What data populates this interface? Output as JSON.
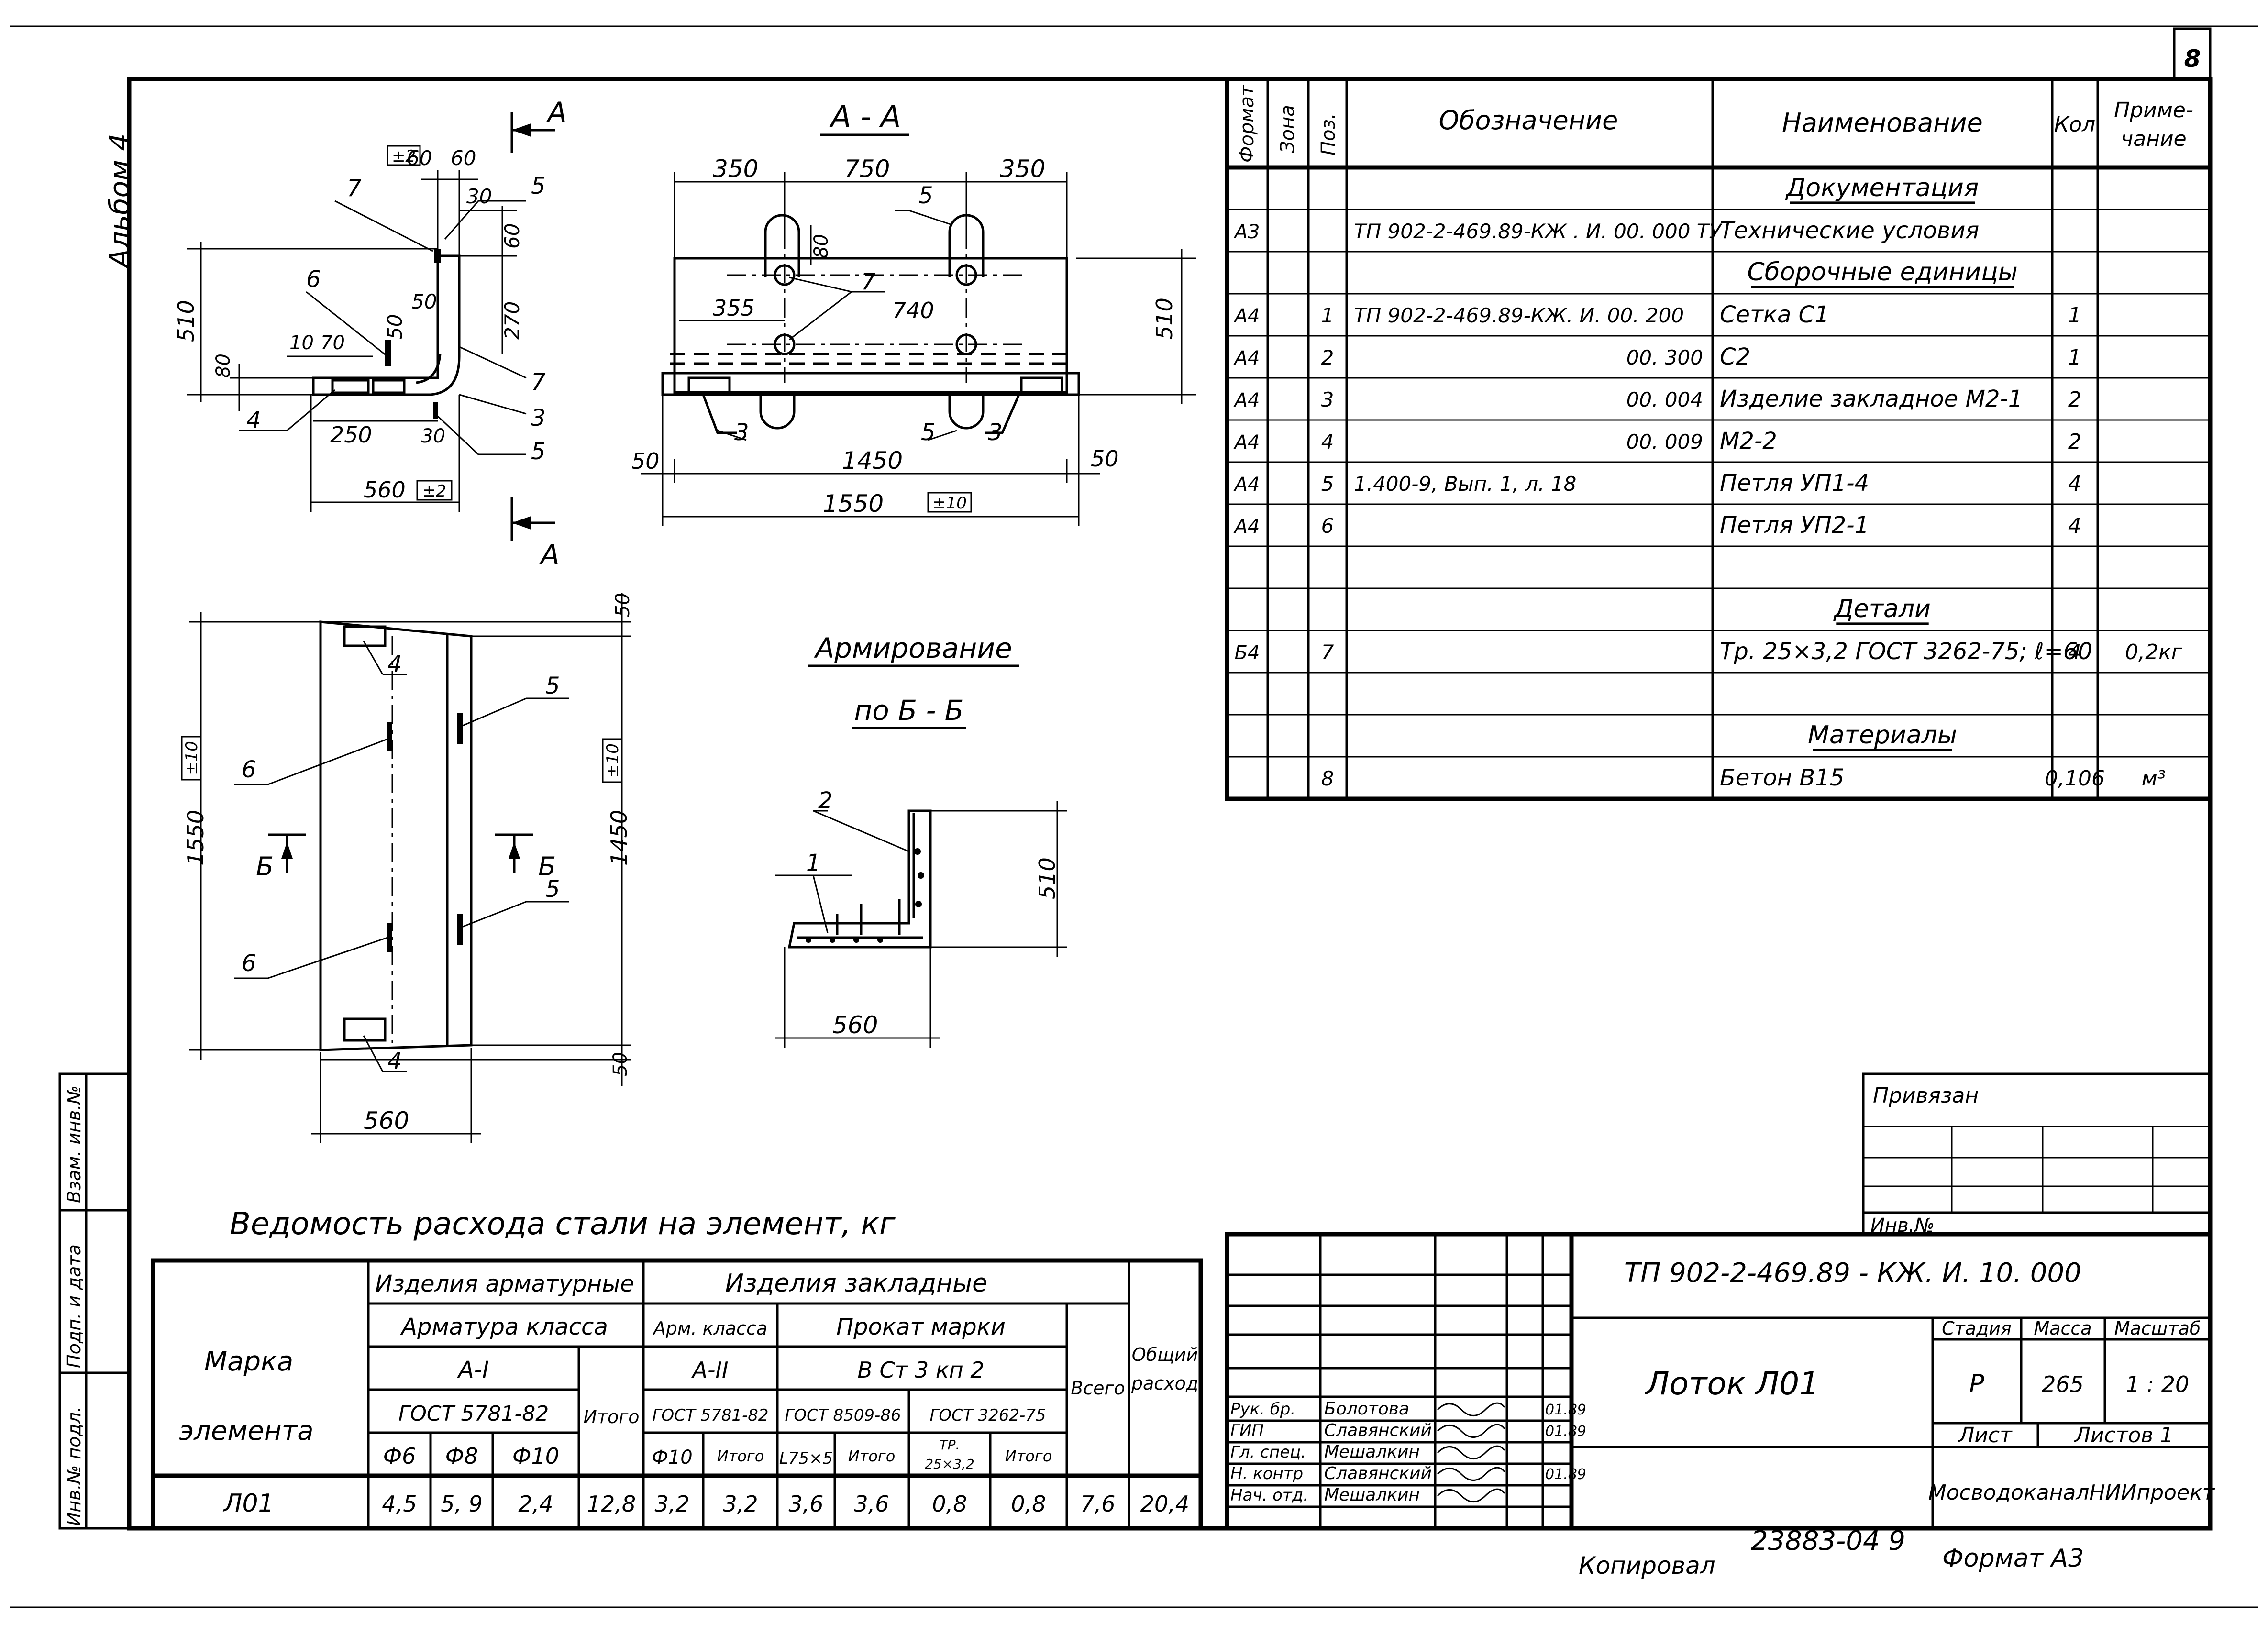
{
  "sheet_number": "8",
  "album_label": "Альбом 4",
  "views": {
    "section_aa_title": "А - А",
    "armirovanie_title": "Армирование",
    "po_bb_title": "по Б - Б",
    "cut_letter_a": "А",
    "cut_letter_b": "Б"
  },
  "dims": {
    "d60": "60",
    "d30": "30",
    "d50": "50",
    "d270": "270",
    "d510": "510",
    "d80": "80",
    "d10": "10",
    "d70": "70",
    "d250": "250",
    "d560": "560",
    "tol2": "±2",
    "tol10": "±10",
    "d350": "350",
    "d750": "750",
    "d355": "355",
    "d740": "740",
    "d1450": "1450",
    "d1550": "1550"
  },
  "pos": {
    "p1": "1",
    "p2": "2",
    "p3": "3",
    "p4": "4",
    "p5": "5",
    "p6": "6",
    "p7": "7"
  },
  "spec": {
    "headers": {
      "format": "Формат",
      "zone": "Зона",
      "pos": "Поз.",
      "designation": "Обозначение",
      "name": "Наименование",
      "qty": "Кол",
      "note": "Приме-чание"
    },
    "rows": [
      {
        "format": "",
        "pos": "",
        "designation": "",
        "name": "Документация",
        "qty": "",
        "note": "",
        "heading": true
      },
      {
        "format": "А3",
        "pos": "",
        "designation": "ТП 902-2-469.89-КЖ . И. 00. 000 ТУ",
        "name": "Технические условия",
        "qty": "",
        "note": ""
      },
      {
        "format": "",
        "pos": "",
        "designation": "",
        "name": "Сборочные единицы",
        "qty": "",
        "note": "",
        "heading": true
      },
      {
        "format": "А4",
        "pos": "1",
        "designation": "ТП 902-2-469.89-КЖ. И. 00. 200",
        "name": "Сетка          С1",
        "qty": "1",
        "note": ""
      },
      {
        "format": "А4",
        "pos": "2",
        "designation": "00. 300",
        "name": "С2",
        "qty": "1",
        "note": ""
      },
      {
        "format": "А4",
        "pos": "3",
        "designation": "00. 004",
        "name": "Изделие закладное  М2-1",
        "qty": "2",
        "note": ""
      },
      {
        "format": "А4",
        "pos": "4",
        "designation": "00. 009",
        "name": "М2-2",
        "qty": "2",
        "note": ""
      },
      {
        "format": "А4",
        "pos": "5",
        "designation": "1.400-9,  Вып. 1, л. 18",
        "name": "Петля  УП1-4",
        "qty": "4",
        "note": ""
      },
      {
        "format": "А4",
        "pos": "6",
        "designation": "",
        "name": "Петля  УП2-1",
        "qty": "4",
        "note": ""
      },
      {
        "format": "",
        "pos": "",
        "designation": "",
        "name": "",
        "qty": "",
        "note": ""
      },
      {
        "format": "",
        "pos": "",
        "designation": "",
        "name": "Детали",
        "qty": "",
        "note": "",
        "heading": true
      },
      {
        "format": "Б4",
        "pos": "7",
        "designation": "",
        "name": "Тр. 25×3,2 ГОСТ 3262-75; ℓ=60",
        "qty": "4",
        "note": "0,2кг"
      },
      {
        "format": "",
        "pos": "",
        "designation": "",
        "name": "",
        "qty": "",
        "note": ""
      },
      {
        "format": "",
        "pos": "",
        "designation": "",
        "name": "Материалы",
        "qty": "",
        "note": "",
        "heading": true
      },
      {
        "format": "",
        "pos": "8",
        "designation": "",
        "name": "Бетон В15",
        "qty": "0,106",
        "note": "м³"
      }
    ]
  },
  "steel": {
    "title": "Ведомость расхода стали на элемент, кг",
    "h_marka": "Марка",
    "h_elementa": "элемента",
    "h_izd_arm": "Изделия арматурные",
    "h_armatura_klassa": "Арматура класса",
    "h_aI": "А-I",
    "h_gost5781": "ГОСТ 5781-82",
    "h_f6": "Ф6",
    "h_f8": "Ф8",
    "h_f10": "Ф10",
    "h_itogo": "Итого",
    "h_izd_zakl": "Изделия закладные",
    "h_arm_klassa": "Арм. класса",
    "h_prokat": "Прокат марки",
    "h_aII": "А-II",
    "h_vst3": "В Ст 3 кп 2",
    "h_gost5781b": "ГОСТ 5781-82",
    "h_gost8509": "ГОСТ 8509-86",
    "h_gost3262": "ГОСТ 3262-75",
    "h_f10b": "Ф10",
    "h_l75": "L75×5",
    "h_tr": "ТР.",
    "h_tr2": "25×3,2",
    "h_vsego": "Всего",
    "h_obshiy": "Общий",
    "h_rashod": "расход",
    "row": {
      "mark": "Л01",
      "v1": "4,5",
      "v2": "5, 9",
      "v3": "2,4",
      "v4": "12,8",
      "v5": "3,2",
      "v6": "3,2",
      "v7": "3,6",
      "v8": "3,6",
      "v9": "0,8",
      "v10": "0,8",
      "v11": "7,6",
      "v12": "20,4"
    }
  },
  "left_strip": {
    "vzam": "Взам. инв.№",
    "podp": "Подп. и дата",
    "inv": "Инв.№ подл."
  },
  "privyazan": {
    "title": "Привязан",
    "inv": "Инв.№"
  },
  "title_block": {
    "code": "ТП 902-2-469.89    - КЖ. И. 10. 000",
    "name": "Лоток Л01",
    "stadiya_h": "Стадия",
    "massa_h": "Масса",
    "masshtab_h": "Масштаб",
    "stadiya": "Р",
    "massa": "265",
    "masshtab": "1 : 20",
    "list_h": "Лист",
    "listov_h": "Листов 1",
    "org": "МосводоканалНИИпроект",
    "people": [
      {
        "role": "Рук. бр.",
        "name": "Болотова",
        "date": "01.89"
      },
      {
        "role": "ГИП",
        "name": "Славянский",
        "date": "01.89"
      },
      {
        "role": "Гл. спец.",
        "name": "Мешалкин",
        "date": ""
      },
      {
        "role": "Н. контр",
        "name": "Славянский",
        "date": "01.89"
      },
      {
        "role": "Нач. отд.",
        "name": "Мешалкин",
        "date": ""
      }
    ]
  },
  "footer": {
    "kopiroval": "Копировал",
    "number": "23883-04   9",
    "format": "Формат А3"
  }
}
